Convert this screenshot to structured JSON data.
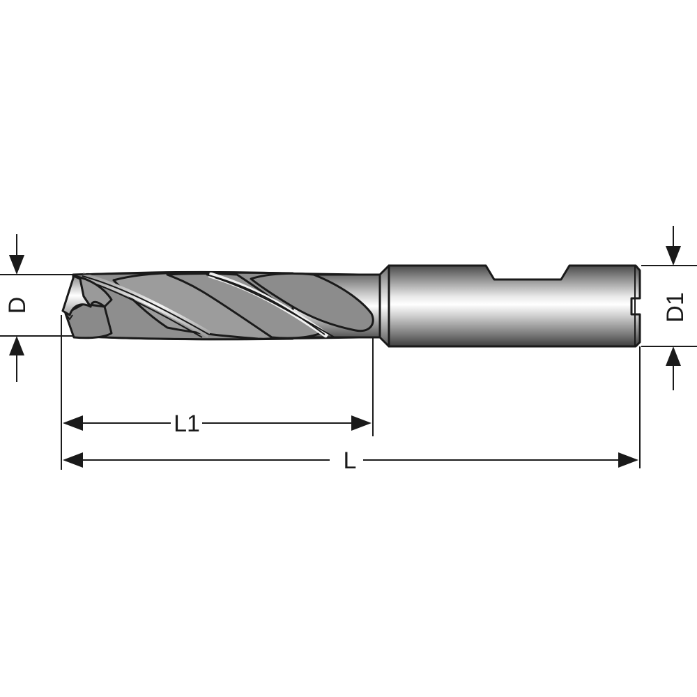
{
  "drawing": {
    "title": "Twist drill with cylindrical shank - dimension drawing",
    "colors": {
      "line": "#1a1a1a",
      "flute_dark": "#7a7a7a",
      "flute_mid": "#9a9a9a",
      "highlight": "#f2f2f2",
      "shank_dark": "#555555",
      "shank_light": "#ffffff",
      "background": "#ffffff"
    },
    "dimensions": {
      "D": {
        "label": "D",
        "description": "cutting diameter"
      },
      "D1": {
        "label": "D1",
        "description": "shank diameter"
      },
      "L1": {
        "label": "L1",
        "description": "flute length"
      },
      "L": {
        "label": "L",
        "description": "overall length"
      }
    },
    "parts": [
      "drill-point",
      "fluted-body",
      "neck-collar",
      "shank",
      "shank-flat-notch",
      "end-slot"
    ]
  }
}
